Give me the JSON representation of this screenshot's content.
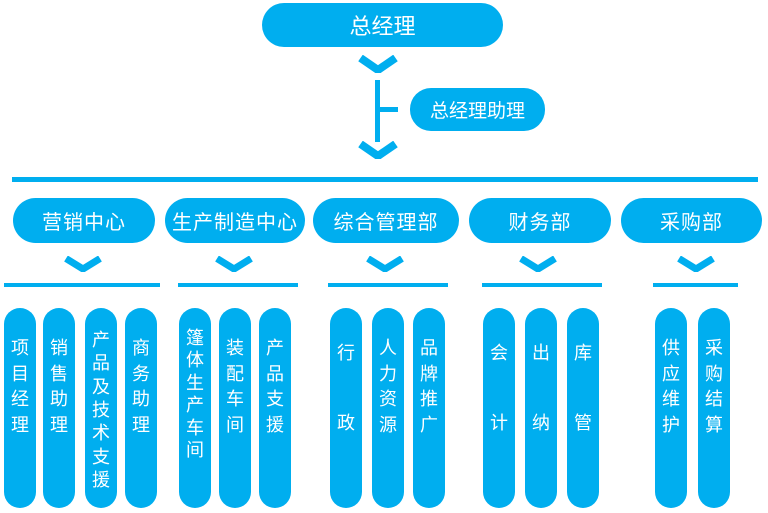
{
  "colors": {
    "accent": "#00AEEF",
    "text": "#FFFFFF",
    "background": "#FFFFFF"
  },
  "nodes": {
    "root": "总经理",
    "assistant": "总经理助理"
  },
  "departments": [
    {
      "label": "营销中心",
      "children": [
        "项目经理",
        "销售助理",
        "产品及技术支援",
        "商务助理"
      ]
    },
    {
      "label": "生产制造中心",
      "children": [
        "篷体生产车间",
        "装配车间",
        "产品支援"
      ]
    },
    {
      "label": "综合管理部",
      "children": [
        "行政",
        "人力资源",
        "品牌推广"
      ]
    },
    {
      "label": "财务部",
      "children": [
        "会计",
        "出纳",
        "库管"
      ]
    },
    {
      "label": "采购部",
      "children": [
        "供应维护",
        "采购结算"
      ]
    }
  ],
  "icons": {
    "connector_arrow": "chevron-down"
  }
}
